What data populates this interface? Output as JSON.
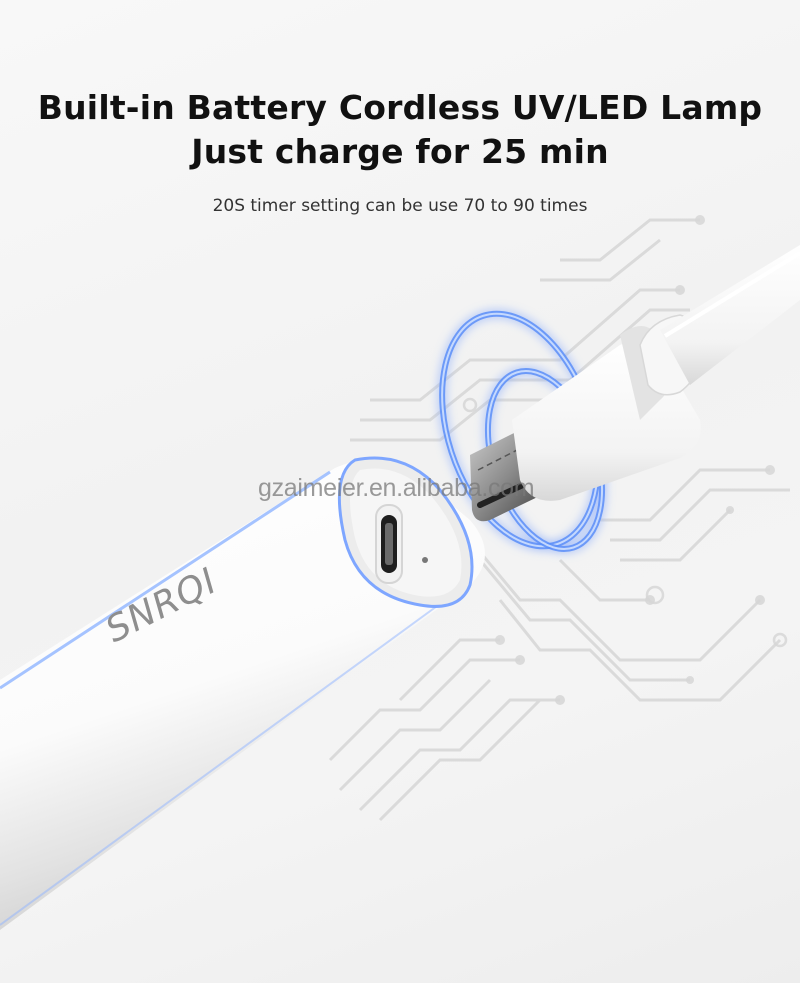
{
  "headline": {
    "line1": "Built-in Battery Cordless UV/LED Lamp",
    "line2": "Just charge for 25 min"
  },
  "subline": "20S timer setting can be use 70 to 90 times",
  "product": {
    "brand_logo": "SNRQI",
    "port_type": "usb-c-port-icon",
    "cable": "usb-c-cable-icon"
  },
  "watermark": "gzaimeier.en.alibaba.com",
  "colors": {
    "background": "#f3f3f3",
    "headline": "#111111",
    "glow_blue": "#4f86f7",
    "product_white": "#ffffff",
    "circuit_gray": "#d4d4d4",
    "brand_gray": "#8e8e8e"
  }
}
